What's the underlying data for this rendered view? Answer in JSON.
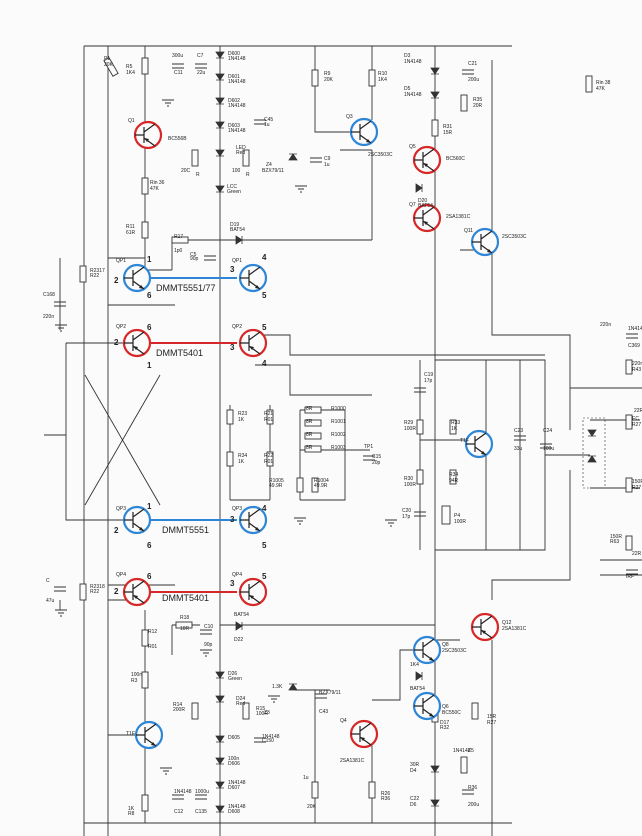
{
  "colors": {
    "npn_ring": "#2f86d6",
    "pnp_ring": "#d62828",
    "wire": "#333333",
    "paper": "#fbfbfb"
  },
  "pair_labels": [
    "DMMT5551/77",
    "DMMT5401",
    "DMMT5551",
    "DMMT5401"
  ],
  "pins": [
    "1",
    "2",
    "3",
    "4",
    "5",
    "6"
  ],
  "transistors": [
    {
      "ref": "Q1",
      "part": "BC556B"
    },
    {
      "ref": "Q3",
      "part": "2SC3503C"
    },
    {
      "ref": "Q5",
      "part": "BC560C"
    },
    {
      "ref": "Q7",
      "part": "2SA1381C"
    },
    {
      "ref": "Q11",
      "part": "2SC3503C"
    },
    {
      "ref": "QP1",
      "part": ""
    },
    {
      "ref": "QP1b",
      "part": ""
    },
    {
      "ref": "QP2",
      "part": ""
    },
    {
      "ref": "QP2b",
      "part": ""
    },
    {
      "ref": "QP3",
      "part": ""
    },
    {
      "ref": "QP3b",
      "part": ""
    },
    {
      "ref": "QP4",
      "part": ""
    },
    {
      "ref": "QP4b",
      "part": ""
    },
    {
      "ref": "T1F",
      "part": ""
    },
    {
      "ref": "T1E",
      "part": ""
    },
    {
      "ref": "Q12",
      "part": "2SA1381C"
    },
    {
      "ref": "Q8",
      "part": "2SC3503C"
    },
    {
      "ref": "Q6",
      "part": "BC550C"
    },
    {
      "ref": "Q4",
      "part": "2SA1381C"
    }
  ],
  "labels": [
    "P1",
    "20K",
    "R5",
    "1K4",
    "300u",
    "C11",
    "C7",
    "22u",
    "D600",
    "1N4148",
    "D601",
    "1N4148",
    "D602",
    "1N4148",
    "D603",
    "1N4148",
    "C45",
    "1u",
    "R9",
    "20K",
    "R10",
    "1K4",
    "D3",
    "1N4148",
    "C21",
    "200u",
    "D5",
    "1N4148",
    "R35",
    "20R",
    "R31",
    "15R",
    "Rin 38",
    "47K",
    "LED",
    "Red",
    "20C",
    "R",
    "100",
    "R",
    "LCC",
    "Green",
    "Z4",
    "BZX79/11",
    "C9",
    "1u",
    "Rin 36",
    "47K",
    "R11",
    "61R",
    "R17",
    "1p0",
    "D19",
    "BAT54",
    "C5",
    "90p",
    "D20",
    "BAT54",
    "R2317",
    "R22",
    "C168",
    "220n",
    "R23",
    "1K",
    "R21",
    "R01",
    "R34",
    "1K",
    "R22",
    "R01",
    "R1000",
    "R1001",
    "R1002",
    "R1003",
    "8R",
    "8R",
    "8R",
    "8R",
    "R1005",
    "49.9R",
    "R1004",
    "49.9R",
    "TP1",
    "C19",
    "17p",
    "R29",
    "100R",
    "R33",
    "1K",
    "C23",
    "33u",
    "C24",
    "100u",
    "C15",
    "20p",
    "R30",
    "100R",
    "R34",
    "94R",
    "C20",
    "17p",
    "P4",
    "100R",
    "C",
    "47u",
    "R2318",
    "R22",
    "R12",
    "R01",
    "R18",
    "10R",
    "C10",
    "90p",
    "BAT54",
    "D22",
    "D26",
    "Green",
    "D24",
    "Red",
    "R14",
    "200R",
    "R15",
    "100R",
    "D605",
    "1N4148",
    "C150",
    "100n",
    "D606",
    "1N4148",
    "D607",
    "1N4148",
    "D608",
    "1N4148",
    "C12",
    "1000u",
    "C135",
    "100n",
    "R3",
    "1K",
    "R8",
    "1.3K",
    "Z3",
    "BZX79/11",
    "C43",
    "1u",
    "20K",
    "R26",
    "R36",
    "1K4",
    "BAT54",
    "D17",
    "R32",
    "15R",
    "R27",
    "30R",
    "D4",
    "1N4148",
    "Z5",
    "R36",
    "200u",
    "C22",
    "D6",
    "1N4148",
    "C369",
    "220n",
    "R43",
    "22R",
    "EC",
    "R27",
    "150R",
    "R27",
    "150R",
    "R63",
    "22R",
    "IRF",
    "220n",
    "C9"
  ]
}
